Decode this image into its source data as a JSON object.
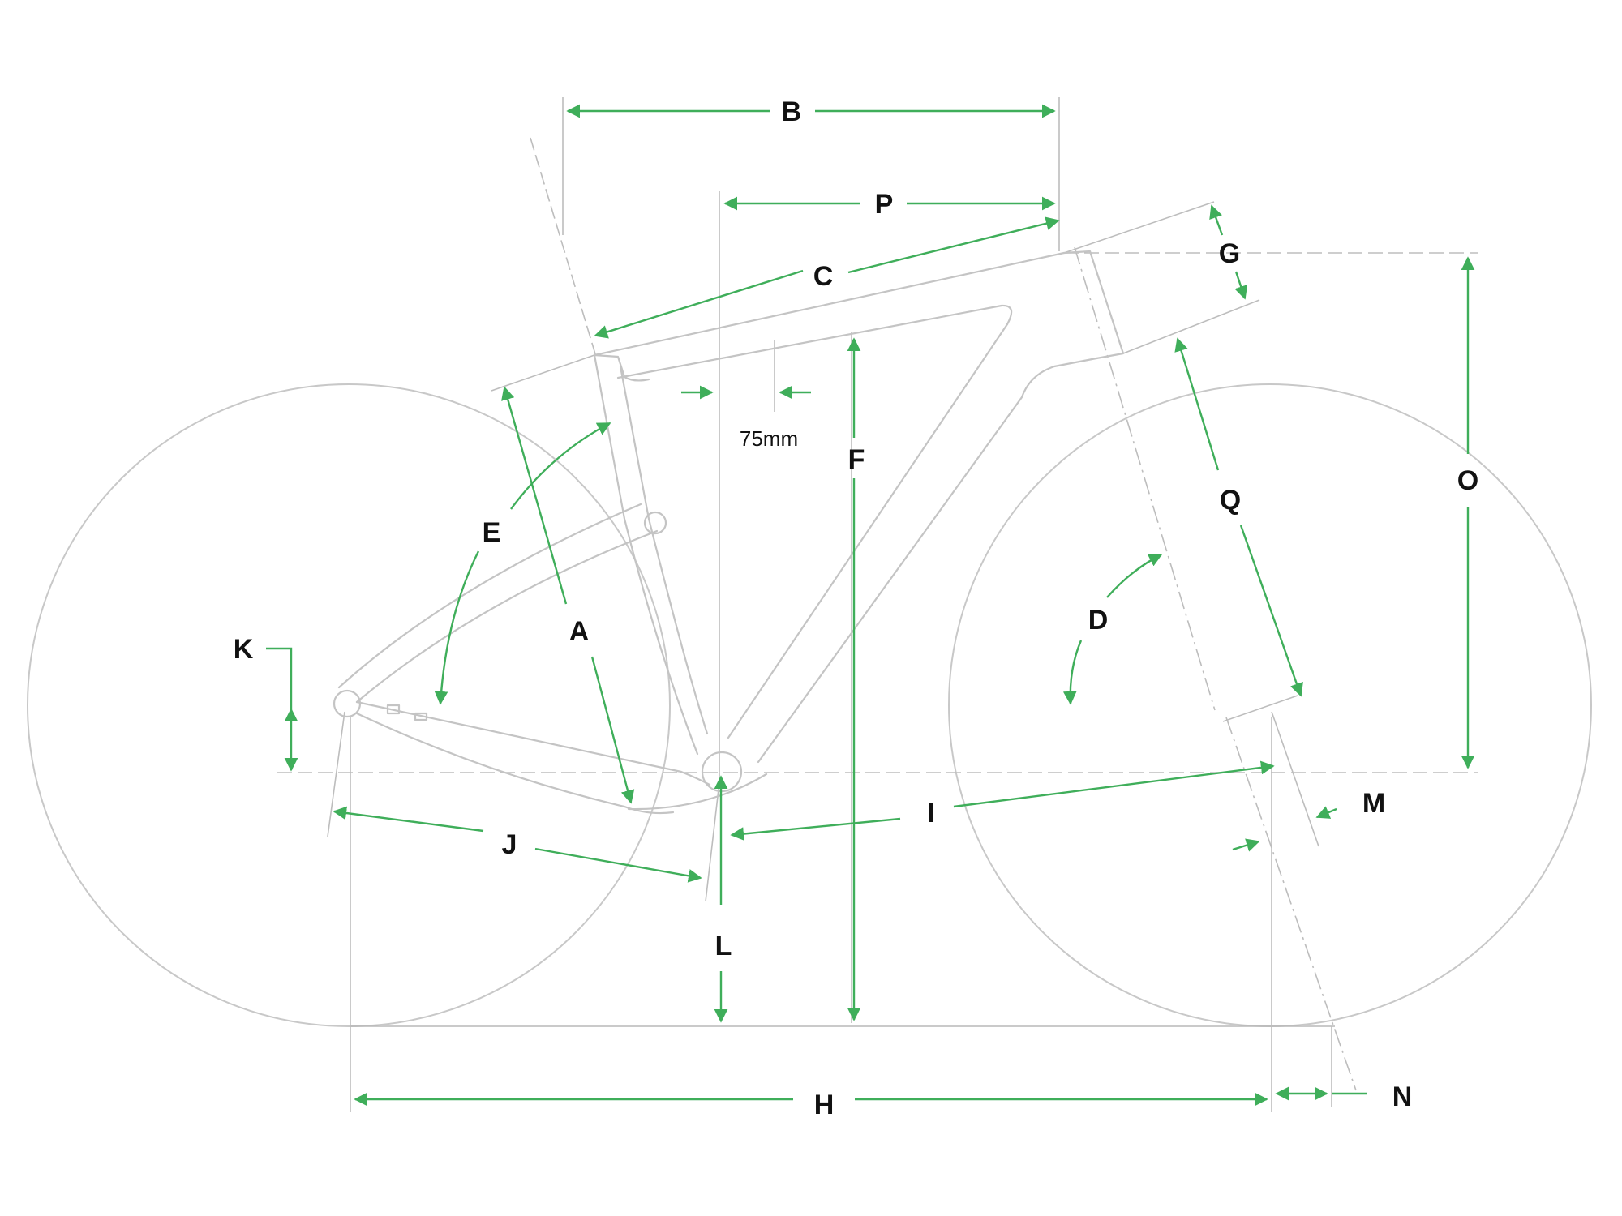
{
  "colors": {
    "frame_line": "#c4c4c4",
    "wheel_line": "#c8c8c8",
    "dimension_arrow": "#3fae5a",
    "label_text": "#111111"
  },
  "labels": {
    "A": "A",
    "B": "B",
    "C": "C",
    "D": "D",
    "E": "E",
    "F": "F",
    "G": "G",
    "H": "H",
    "I": "I",
    "J": "J",
    "K": "K",
    "L": "L",
    "M": "M",
    "N": "N",
    "O": "O",
    "P": "P",
    "Q": "Q",
    "offset_note": "75mm"
  }
}
